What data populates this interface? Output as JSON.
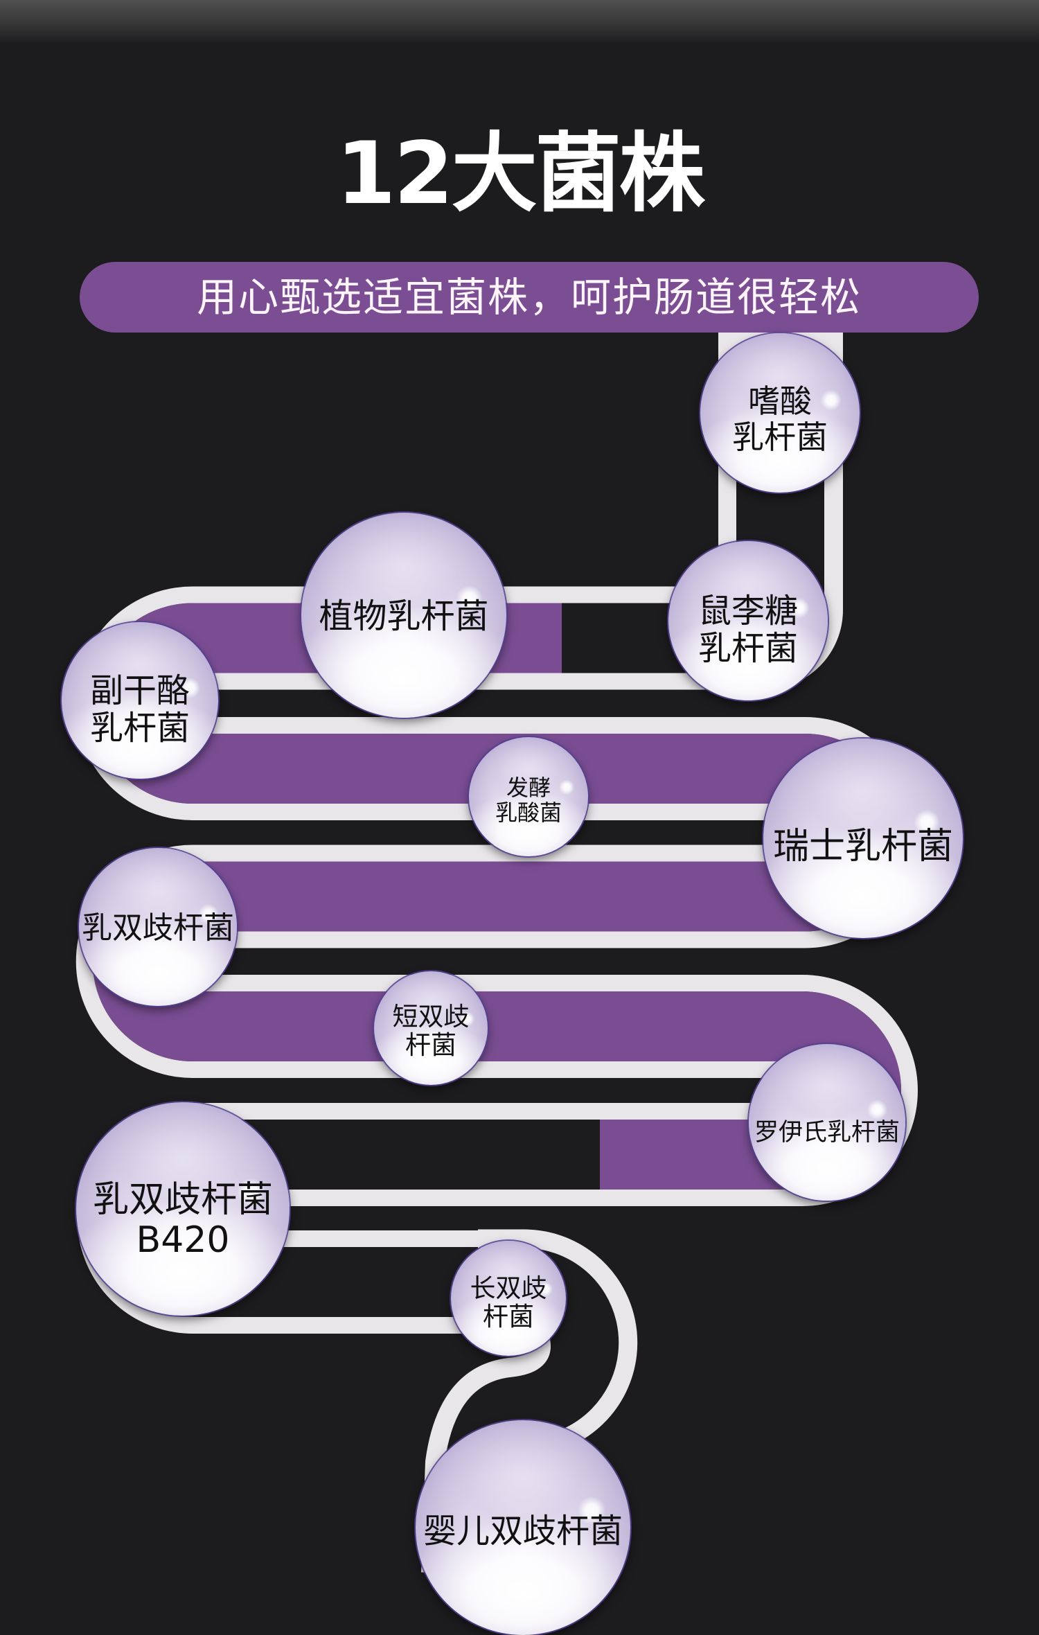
{
  "header": {
    "title": "12大菌株",
    "subtitle": "用心甄选适宜菌株，呵护肠道很轻松"
  },
  "theme": {
    "background": "#1c1b1d",
    "tube_fill": "#7a4d93",
    "tube_wall": "#e8e6e9",
    "tube_empty": "#1c1b1d",
    "banner": "#7b4e94",
    "bubble_rim": "#5a4796",
    "label_color": "#111111"
  },
  "strains": [
    {
      "lines": [
        "嗜酸",
        "乳杆菌"
      ]
    },
    {
      "lines": [
        "植物乳杆菌"
      ]
    },
    {
      "lines": [
        "鼠李糖",
        "乳杆菌"
      ]
    },
    {
      "lines": [
        "副干酪",
        "乳杆菌"
      ]
    },
    {
      "lines": [
        "发酵",
        "乳酸菌"
      ]
    },
    {
      "lines": [
        "瑞士乳杆菌"
      ]
    },
    {
      "lines": [
        "乳双歧杆菌"
      ]
    },
    {
      "lines": [
        "短双歧",
        "杆菌"
      ]
    },
    {
      "lines": [
        "罗伊氏乳杆菌"
      ]
    },
    {
      "lines": [
        "乳双歧杆菌",
        "B420"
      ]
    },
    {
      "lines": [
        "长双歧",
        "杆菌"
      ]
    },
    {
      "lines": [
        "婴儿双歧杆菌"
      ]
    }
  ]
}
